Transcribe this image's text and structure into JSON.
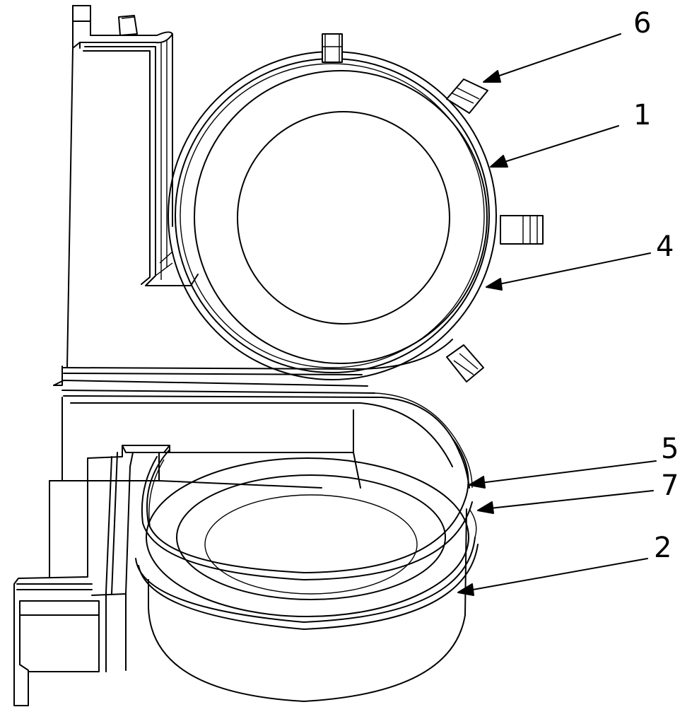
{
  "callouts": [
    {
      "id": "callout-6",
      "label": "6"
    },
    {
      "id": "callout-1",
      "label": "1"
    },
    {
      "id": "callout-4",
      "label": "4"
    },
    {
      "id": "callout-5",
      "label": "5"
    },
    {
      "id": "callout-7",
      "label": "7"
    },
    {
      "id": "callout-2",
      "label": "2"
    }
  ],
  "colors": {
    "line": "#000000",
    "background": "#ffffff"
  }
}
